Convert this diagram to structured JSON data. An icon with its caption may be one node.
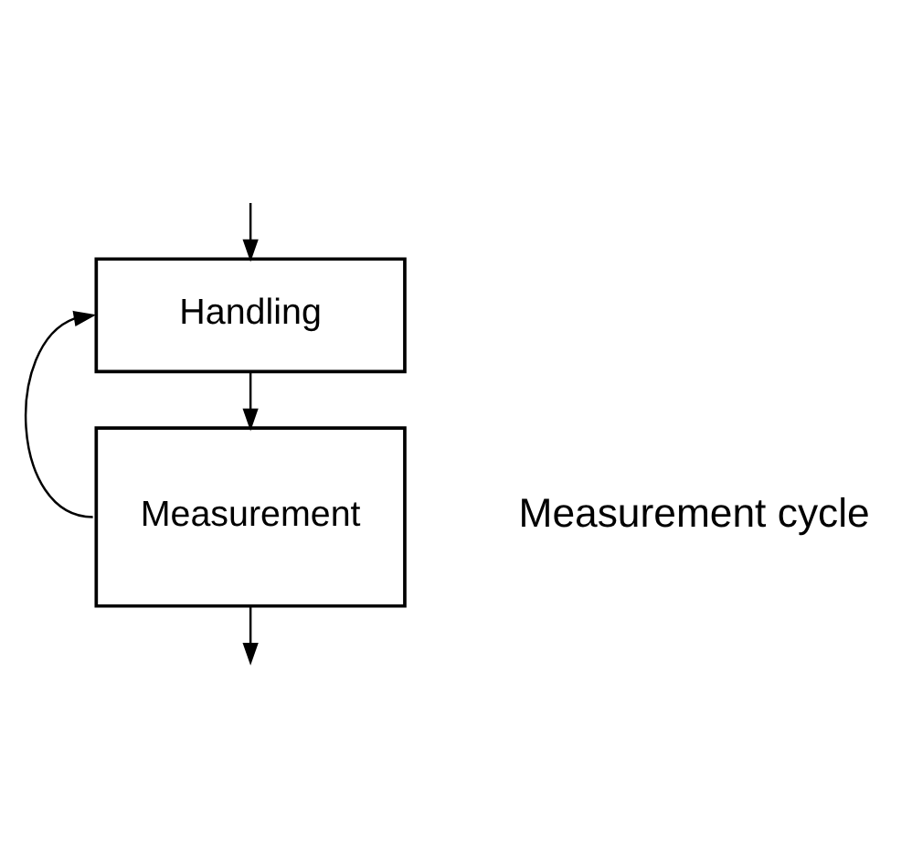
{
  "diagram": {
    "nodes": [
      {
        "text": [
          "Handling"
        ]
      },
      {
        "text": [
          "Measurement"
        ]
      }
    ],
    "edges": [
      {
        "from": null,
        "to": 0,
        "arrow": "to"
      },
      {
        "from": 0,
        "to": 1,
        "arrow": "to"
      },
      {
        "from": 1,
        "to": null,
        "arrow": "to"
      },
      {
        "from": 1,
        "to": 0,
        "arrow": "to"
      }
    ],
    "labels": [
      "Measurement cycle"
    ]
  }
}
